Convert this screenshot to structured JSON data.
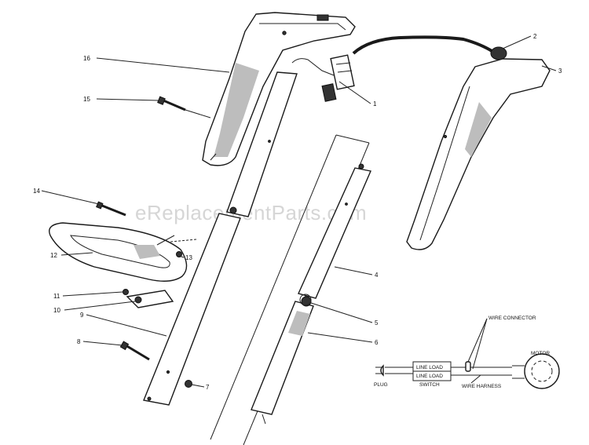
{
  "watermark": "eReplacementParts.com",
  "callouts": [
    {
      "id": "1",
      "label": "1"
    },
    {
      "id": "2",
      "label": "2"
    },
    {
      "id": "3",
      "label": "3"
    },
    {
      "id": "4",
      "label": "4"
    },
    {
      "id": "5",
      "label": "5"
    },
    {
      "id": "6",
      "label": "6"
    },
    {
      "id": "7",
      "label": "7"
    },
    {
      "id": "8",
      "label": "8"
    },
    {
      "id": "9",
      "label": "9"
    },
    {
      "id": "10",
      "label": "10"
    },
    {
      "id": "11",
      "label": "11"
    },
    {
      "id": "12",
      "label": "12"
    },
    {
      "id": "13",
      "label": "13"
    },
    {
      "id": "14",
      "label": "14"
    },
    {
      "id": "15",
      "label": "15"
    },
    {
      "id": "16",
      "label": "16"
    }
  ],
  "wiring": {
    "wire_connector": "WIRE CONNECTOR",
    "motor": "MOTOR",
    "line_load_top": "LINE LOAD",
    "line_load_bottom": "LINE LOAD",
    "switch": "SWITCH",
    "plug": "PLUG",
    "wire_harness": "WIRE HARNESS"
  }
}
